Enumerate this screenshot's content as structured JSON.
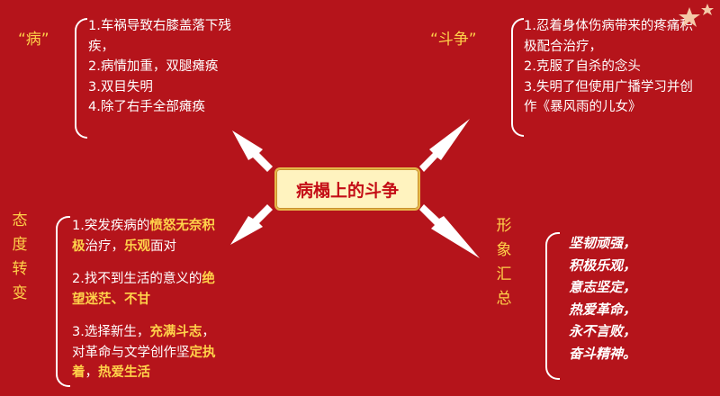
{
  "center": {
    "title": "病榻上的斗争"
  },
  "top_left": {
    "label": "“病”",
    "items": [
      "1.车祸导致右膝盖落下残疾，",
      "2.病情加重，双腿瘫痪",
      "3.双目失明",
      "4.除了右手全部瘫痪"
    ]
  },
  "top_right": {
    "label": "“斗争”",
    "items": [
      "1.忍着身体伤病带来的疼痛积极配合治疗，",
      "2.克服了自杀的念头",
      "3.失明了但使用广播学习并创作《暴风雨的儿女》"
    ]
  },
  "bottom_left": {
    "label": [
      "态",
      "度",
      "转",
      "变"
    ],
    "items": [
      {
        "a": "1.突发疾病的",
        "b": "愤怒无奈",
        "c": "",
        "d": "积极",
        "e": "治疗，",
        "f": "乐观",
        "g": "面对"
      },
      {
        "a": "2.找不到生活的意义的",
        "b": "绝望迷茫、不甘"
      },
      {
        "a": "3.选择新生，",
        "b": "充满斗志",
        "c": "，对革命与文学创作坚",
        "d": "定执着",
        "e": "，",
        "f": "热爱生活"
      }
    ]
  },
  "bottom_right": {
    "label": [
      "形",
      "象",
      "汇",
      "总"
    ],
    "traits": [
      "坚韧顽强，",
      "积极乐观，",
      "意志坚定，",
      "热爱革命，",
      "永不言败，",
      "奋斗精神。"
    ]
  },
  "colors": {
    "background": "#b5141b",
    "accent": "#ffd24a",
    "center_fill": "#fff3bf",
    "center_text": "#c40d16"
  }
}
